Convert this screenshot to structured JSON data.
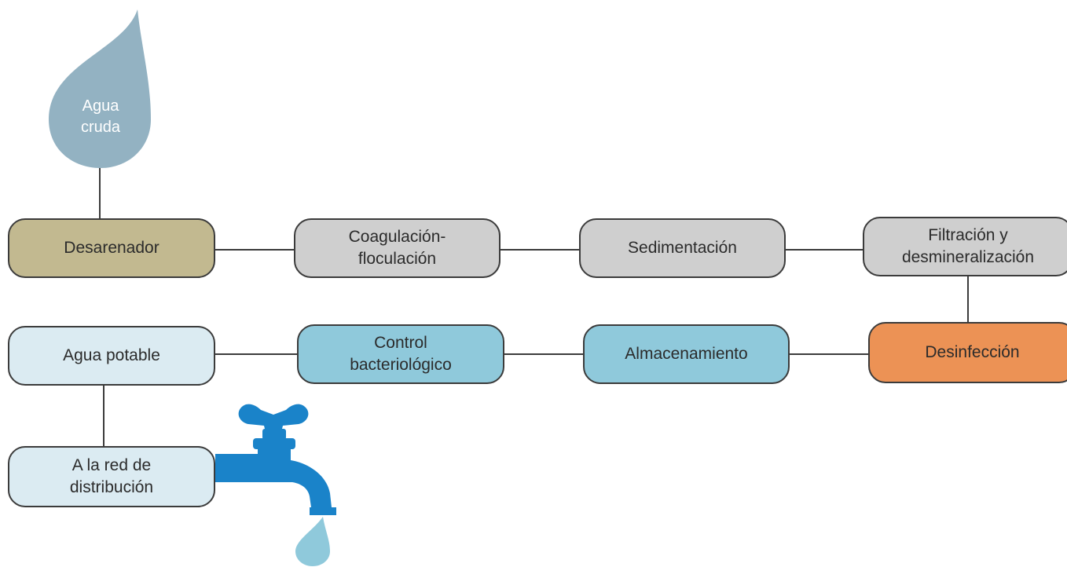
{
  "diagram": {
    "raw_water": {
      "label": "Agua\ncruda",
      "color": "#93b2c2"
    },
    "nodes": {
      "desarenador": {
        "label": "Desarenador",
        "color": "#c2b990"
      },
      "coagulacion": {
        "label": "Coagulación-\nfloculación",
        "color": "#cfcfcf"
      },
      "sedimentacion": {
        "label": "Sedimentación",
        "color": "#cfcfcf"
      },
      "filtracion": {
        "label": "Filtración y\ndesmineralización",
        "color": "#cfcfcf"
      },
      "desinfeccion": {
        "label": "Desinfección",
        "color": "#ec9255"
      },
      "almacenamiento": {
        "label": "Almacenamiento",
        "color": "#8fc9db"
      },
      "control": {
        "label": "Control\nbacteriológico",
        "color": "#8fc9db"
      },
      "agua_potable": {
        "label": "Agua potable",
        "color": "#dbebf2"
      },
      "red_distribucion": {
        "label": "A la red de\ndistribución",
        "color": "#dbebf2"
      }
    },
    "colors": {
      "connector": "#3b3b3b",
      "faucet": "#1a83c9",
      "faucet_drop": "#8fc9db"
    },
    "icons": [
      "water-drop-icon",
      "faucet-icon"
    ]
  }
}
